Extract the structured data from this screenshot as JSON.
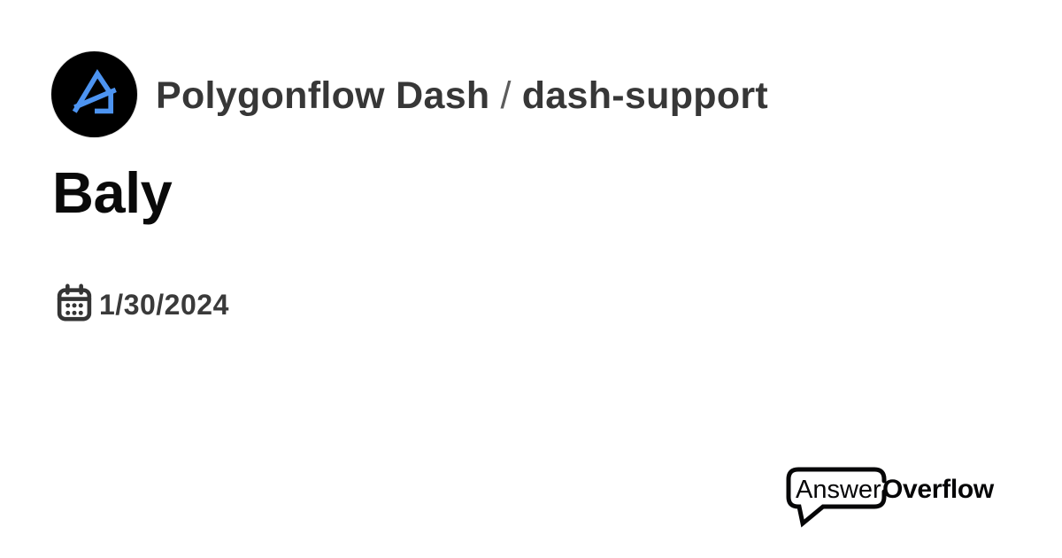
{
  "header": {
    "community_name": "Polygonflow Dash",
    "separator": "/",
    "channel_name": "dash-support",
    "avatar_icon": "polygonflow-logo-icon"
  },
  "post": {
    "title": "Baly"
  },
  "meta": {
    "icon": "calendar-icon",
    "date": "1/30/2024"
  },
  "branding": {
    "icon": "speech-bubble-icon",
    "part1": "Answer",
    "part2": "Overflow"
  },
  "colors": {
    "background": "#ffffff",
    "header_text": "#373737",
    "separator": "#5c5c5c",
    "title": "#0a0a0a",
    "date": "#3a3a3a",
    "avatar_background": "#000000",
    "avatar_logo_blue": "#4d94f1",
    "branding_black": "#060607"
  }
}
